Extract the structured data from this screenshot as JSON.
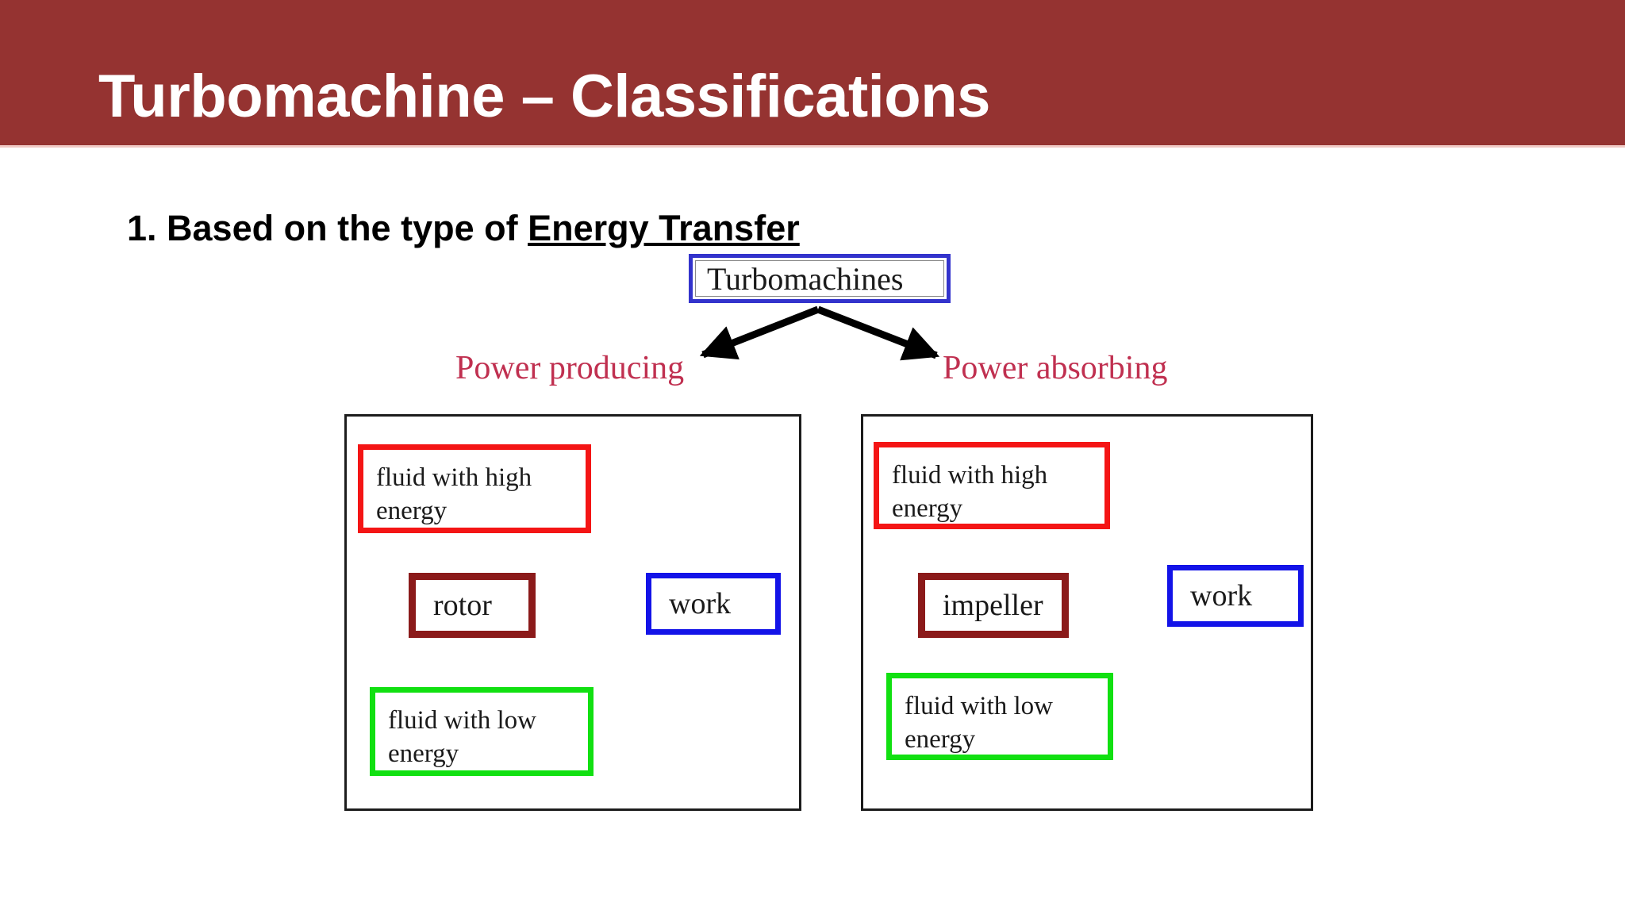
{
  "slide": {
    "title": "Turbomachine – Classifications",
    "header_color": "#953331",
    "subtitle_prefix": "1. Based on the type of ",
    "subtitle_underlined": "Energy Transfer"
  },
  "diagram": {
    "root": {
      "label": "Turbomachines",
      "border_color": "#3333cc"
    },
    "branches": [
      {
        "label": "Power producing",
        "color": "#c03050"
      },
      {
        "label": "Power absorbing",
        "color": "#c03050"
      }
    ],
    "panels": [
      {
        "name": "power-producing",
        "nodes": {
          "fluid_high": {
            "label": "fluid with high energy",
            "line1": "fluid with high",
            "line2": "energy",
            "color": "#f41515"
          },
          "machine": {
            "label": "rotor",
            "color": "#8b1a1a"
          },
          "work": {
            "label": "work",
            "color": "#1313e8"
          },
          "fluid_low": {
            "label": "fluid with low energy",
            "line1": "fluid with low",
            "line2": "energy",
            "color": "#11e011"
          }
        }
      },
      {
        "name": "power-absorbing",
        "nodes": {
          "fluid_high": {
            "label": "fluid with high energy",
            "line1": "fluid with high",
            "line2": "energy",
            "color": "#f41515"
          },
          "machine": {
            "label": "impeller",
            "color": "#8b1a1a"
          },
          "work": {
            "label": "work",
            "color": "#1313e8"
          },
          "fluid_low": {
            "label": "fluid with low energy",
            "line1": "fluid with low",
            "line2": "energy",
            "color": "#11e011"
          }
        }
      }
    ]
  },
  "chart_data": {
    "type": "diagram",
    "title": "Turbomachine – Classifications",
    "subtitle": "1. Based on the type of Energy Transfer",
    "root": "Turbomachines",
    "nodes": [
      "Turbomachines",
      "Power producing",
      "Power absorbing",
      "fluid with high energy",
      "rotor",
      "work",
      "fluid with low energy",
      "impeller"
    ],
    "edges": [
      {
        "from": "Turbomachines",
        "to": "Power producing"
      },
      {
        "from": "Turbomachines",
        "to": "Power absorbing"
      },
      {
        "from": "fluid with high energy",
        "to": "rotor",
        "panel": "power-producing"
      },
      {
        "from": "rotor",
        "to": "work",
        "panel": "power-producing"
      },
      {
        "from": "rotor",
        "to": "fluid with low energy",
        "panel": "power-producing"
      },
      {
        "from": "work",
        "to": "impeller",
        "panel": "power-absorbing"
      },
      {
        "from": "fluid with low energy",
        "to": "impeller",
        "panel": "power-absorbing"
      },
      {
        "from": "impeller",
        "to": "fluid with high energy",
        "panel": "power-absorbing"
      }
    ]
  }
}
